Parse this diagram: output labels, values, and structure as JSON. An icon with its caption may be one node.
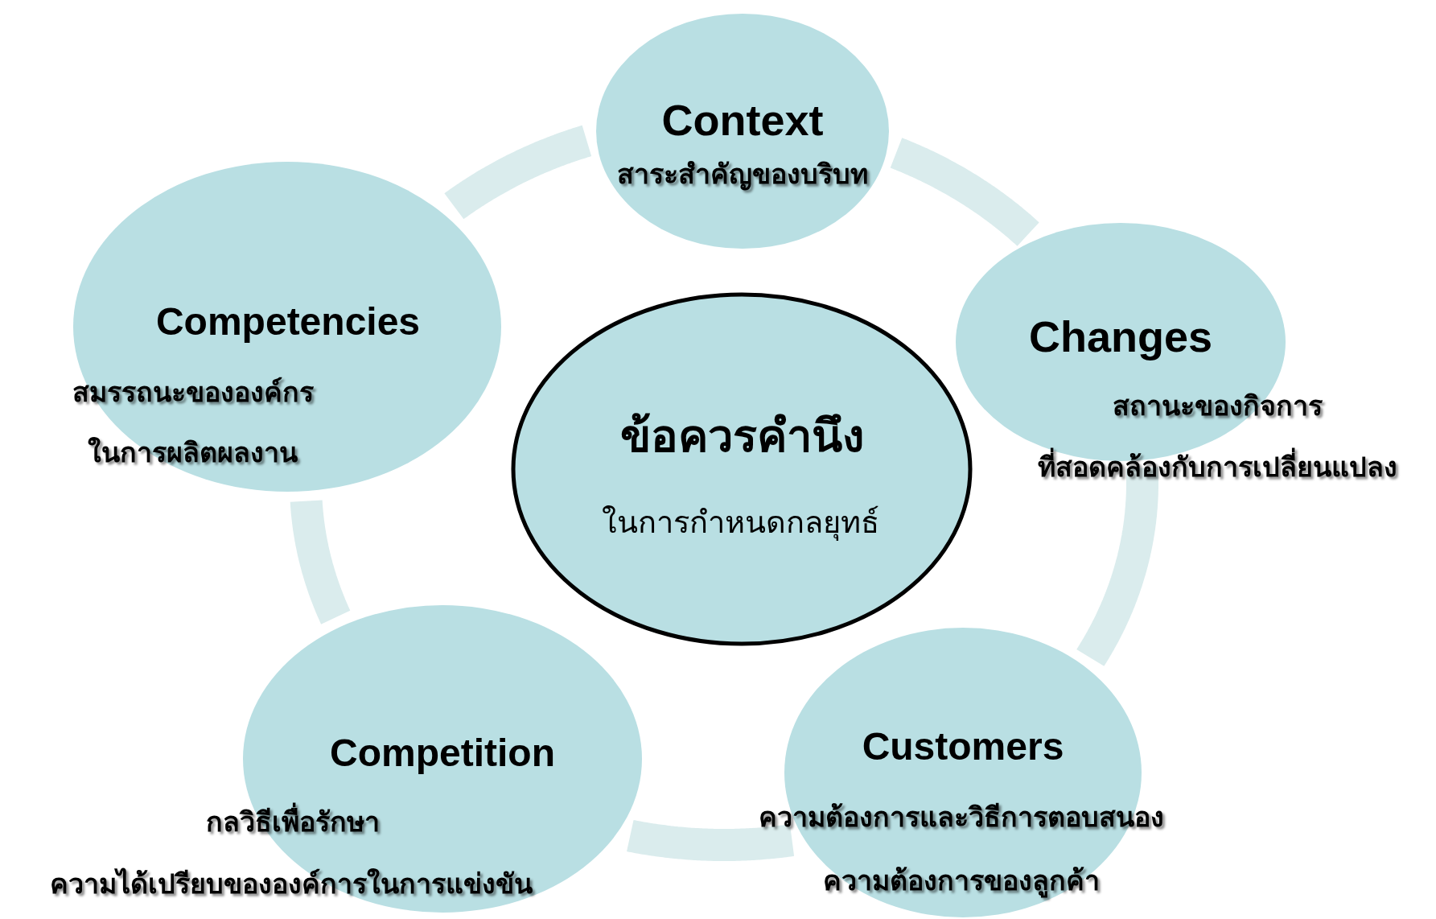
{
  "diagram": {
    "nodes": [
      {
        "text": [
          "Context",
          "สาระสำคัญของบริบท"
        ]
      },
      {
        "text": [
          "Competencies",
          "สมรรถนะขององค์กร",
          "ในการผลิตผลงาน"
        ]
      },
      {
        "text": [
          "Changes",
          "สถานะของกิจการ",
          "ที่สอดคล้องกับการเปลี่ยนแปลง"
        ]
      },
      {
        "text": [
          "ข้อควรคำนึง",
          "ในการกำหนดกลยุทธ์"
        ]
      },
      {
        "text": [
          "Competition",
          "กลวิธีเพื่อรักษา",
          "ความได้เปรียบขององค์การในการแข่งขัน"
        ]
      },
      {
        "text": [
          "Customers",
          "ความต้องการและวิธีการตอบสนอง",
          "ความต้องการของลูกค้า"
        ]
      }
    ],
    "edges": [
      {
        "from": 0,
        "to": 2,
        "arrow": "none"
      },
      {
        "from": 2,
        "to": 5,
        "arrow": "none"
      },
      {
        "from": 5,
        "to": 4,
        "arrow": "none"
      },
      {
        "from": 4,
        "to": 1,
        "arrow": "none"
      },
      {
        "from": 1,
        "to": 0,
        "arrow": "none"
      }
    ]
  }
}
